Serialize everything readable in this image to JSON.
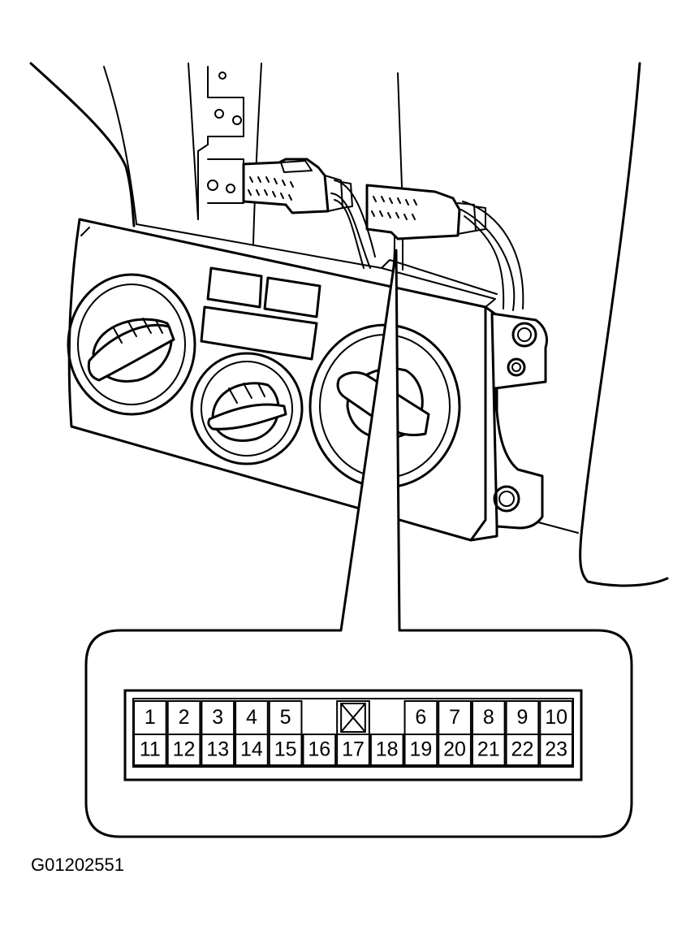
{
  "figure": {
    "code": "G01202551"
  },
  "connector": {
    "top_row": [
      {
        "label": "1",
        "col": 0
      },
      {
        "label": "2",
        "col": 1
      },
      {
        "label": "3",
        "col": 2
      },
      {
        "label": "4",
        "col": 3
      },
      {
        "label": "5",
        "col": 4
      },
      {
        "label": "",
        "col": 6,
        "blocked": true
      },
      {
        "label": "6",
        "col": 8
      },
      {
        "label": "7",
        "col": 9
      },
      {
        "label": "8",
        "col": 10
      },
      {
        "label": "9",
        "col": 11
      },
      {
        "label": "10",
        "col": 12
      }
    ],
    "bottom_row": [
      {
        "label": "11",
        "col": 0
      },
      {
        "label": "12",
        "col": 1
      },
      {
        "label": "13",
        "col": 2
      },
      {
        "label": "14",
        "col": 3
      },
      {
        "label": "15",
        "col": 4
      },
      {
        "label": "16",
        "col": 5
      },
      {
        "label": "17",
        "col": 6
      },
      {
        "label": "18",
        "col": 7
      },
      {
        "label": "19",
        "col": 8
      },
      {
        "label": "20",
        "col": 9
      },
      {
        "label": "21",
        "col": 10
      },
      {
        "label": "22",
        "col": 11
      },
      {
        "label": "23",
        "col": 12
      }
    ]
  }
}
